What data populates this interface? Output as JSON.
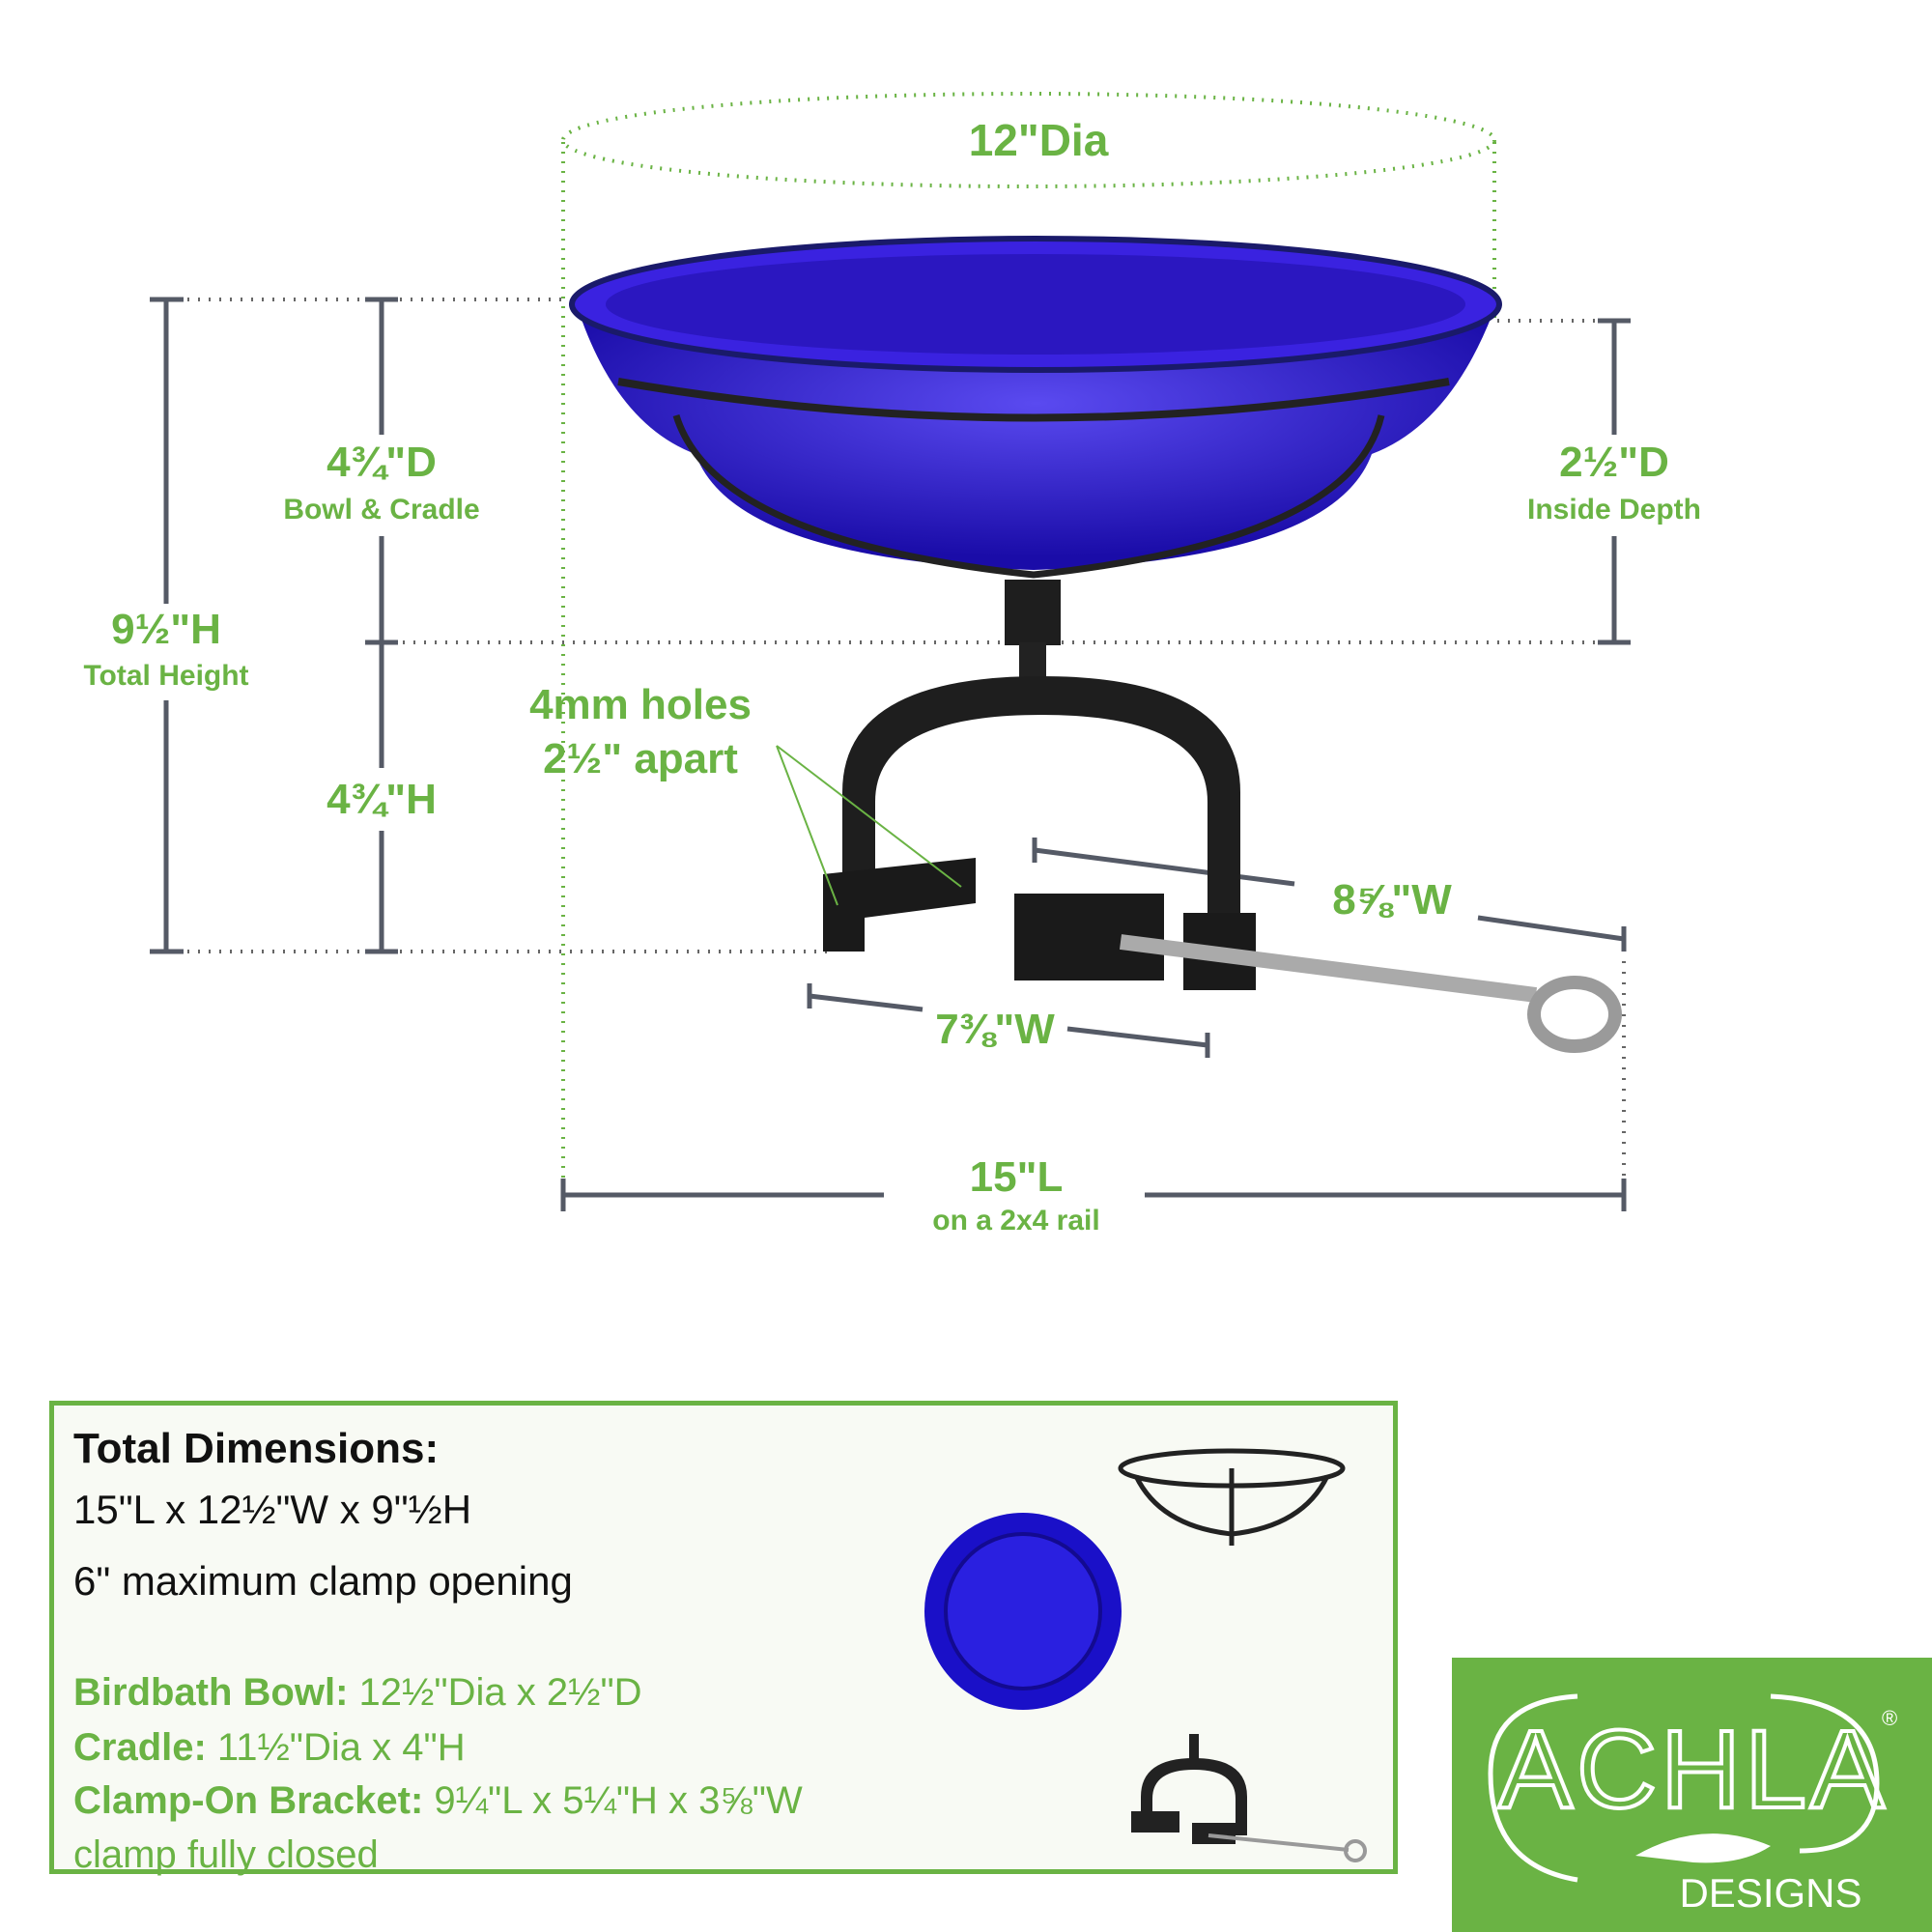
{
  "diagram": {
    "diameter_label": "12\"Dia",
    "total_height": {
      "value": "9½\"H",
      "caption": "Total Height"
    },
    "bowl_cradle": {
      "value": "4¾\"D",
      "caption": "Bowl & Cradle"
    },
    "bracket_height": {
      "value": "4¾\"H"
    },
    "inside_depth": {
      "value": "2½\"D",
      "caption": "Inside Depth"
    },
    "holes": {
      "line1": "4mm holes",
      "line2": "2½\" apart"
    },
    "bracket_width": "8⅝\"W",
    "clamp_width": "7⅜\"W",
    "length": {
      "value": "15\"L",
      "caption": "on a 2x4 rail"
    }
  },
  "specs": {
    "title": "Total Dimensions:",
    "overall": "15\"L x 12½\"W x 9\"½H",
    "clamp_opening": "6\" maximum clamp opening",
    "bowl": {
      "label": "Birdbath Bowl:",
      "value": " 12½\"Dia x 2½\"D"
    },
    "cradle": {
      "label": "Cradle:",
      "value": " 11½\"Dia x 4\"H"
    },
    "bracket": {
      "label": "Clamp-On Bracket:",
      "value": " 9¼\"L  x 5¼\"H x 3⅝\"W"
    },
    "note": "clamp fully closed"
  },
  "logo": {
    "brand": "ACHLA",
    "sub": "DESIGNS",
    "mark": "®"
  },
  "colors": {
    "accent": "#6ab344",
    "dimension_line": "#555a66",
    "bowl": "#2a1ad0"
  }
}
